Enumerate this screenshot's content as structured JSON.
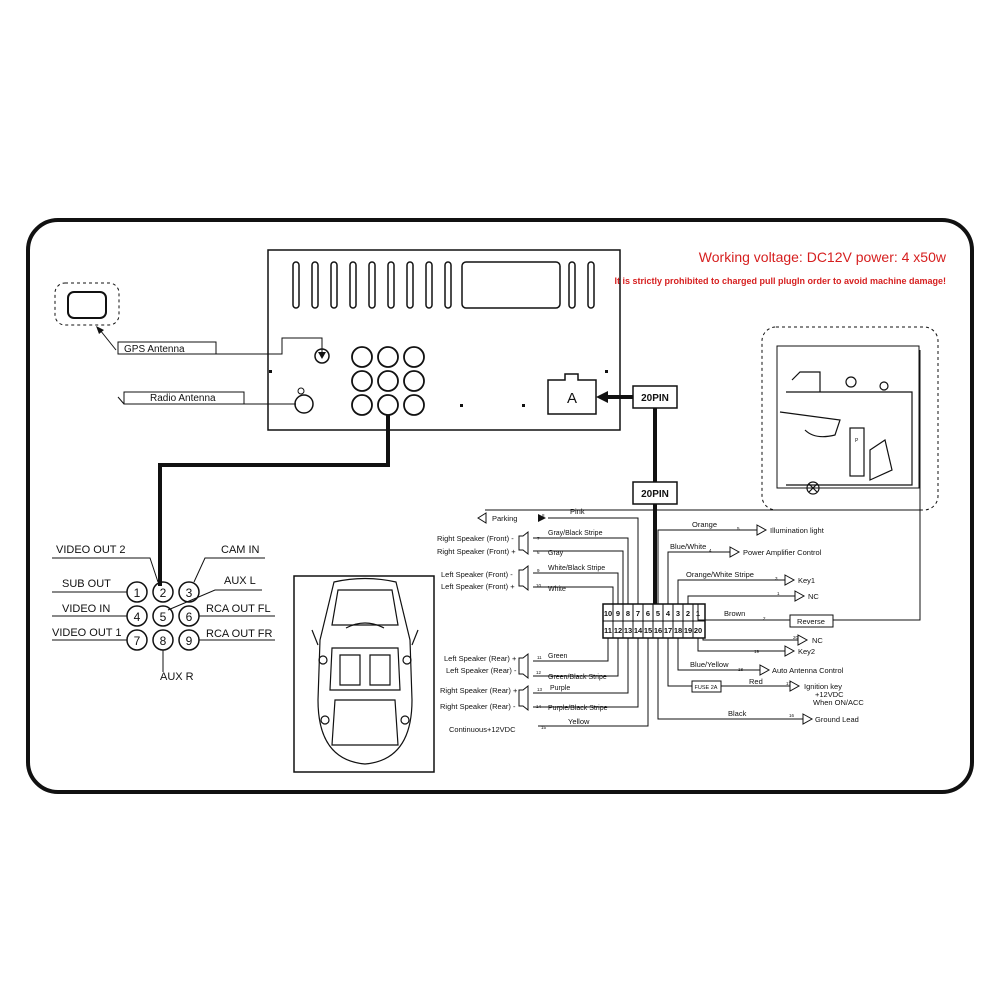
{
  "header": {
    "voltage": "Working voltage: DC12V power: 4 x50w",
    "warning": "It is strictly prohibited to charged pull plugIn order to avoid machine damage!"
  },
  "antennas": {
    "gps": "GPS Antenna",
    "radio": "Radio Antenna"
  },
  "connector": {
    "port_label": "A",
    "pin_label": "20PIN"
  },
  "av_pins": {
    "pins": [
      "1",
      "2",
      "3",
      "4",
      "5",
      "6",
      "7",
      "8",
      "9"
    ],
    "labels": {
      "video_out_2": "VIDEO OUT 2",
      "cam_in": "CAM IN",
      "sub_out": "SUB OUT",
      "aux_l": "AUX L",
      "video_in": "VIDEO IN",
      "rca_out_fl": "RCA OUT FL",
      "video_out_1": "VIDEO OUT 1",
      "rca_out_fr": "RCA OUT FR",
      "aux_r": "AUX R"
    }
  },
  "harness": {
    "top_pins": [
      "10",
      "9",
      "8",
      "7",
      "6",
      "5",
      "4",
      "3",
      "2",
      "1"
    ],
    "bottom_pins": [
      "11",
      "12",
      "13",
      "14",
      "15",
      "16",
      "17",
      "18",
      "19",
      "20"
    ],
    "left": [
      {
        "name": "Parking",
        "color": "Pink",
        "pin": "8"
      },
      {
        "name": "Right Speaker (Front) -",
        "color": "Gray/Black Stripe",
        "pin": "7"
      },
      {
        "name": "Right Speaker (Front) +",
        "color": "Gray",
        "pin": "6"
      },
      {
        "name": "Left Speaker (Front) -",
        "color": "White/Black Stripe",
        "pin": "9"
      },
      {
        "name": "Left Speaker (Front) +",
        "color": "White",
        "pin": "10"
      },
      {
        "name": "Left Speaker (Rear) +",
        "color": "Green",
        "pin": "11"
      },
      {
        "name": "Left Speaker (Rear) -",
        "color": "Green/Black Stripe",
        "pin": "12"
      },
      {
        "name": "Right Speaker (Rear) +",
        "color": "Purple",
        "pin": "13"
      },
      {
        "name": "Right Speaker (Rear) -",
        "color": "Purple/Black Stripe",
        "pin": "14"
      },
      {
        "name": "Continuous+12VDC",
        "color": "Yellow",
        "pin": "15"
      }
    ],
    "right": [
      {
        "name": "Illumination light",
        "color": "Orange",
        "pin": "5"
      },
      {
        "name": "Power Amplifier Control",
        "color": "Blue/White",
        "pin": "4"
      },
      {
        "name": "Key1",
        "color": "Orange/White Stripe",
        "pin": "3"
      },
      {
        "name": "NC",
        "color": "",
        "pin": "1"
      },
      {
        "name": "Reverse",
        "color": "Brown",
        "pin": "2"
      },
      {
        "name": "NC",
        "color": "",
        "pin": "20"
      },
      {
        "name": "Key2",
        "color": "",
        "pin": "19"
      },
      {
        "name": "Auto Antenna Control",
        "color": "Blue/Yellow",
        "pin": "18"
      },
      {
        "name": "Ignition key",
        "color": "Red",
        "pin": "17"
      },
      {
        "name": "Ground Lead",
        "color": "Black",
        "pin": "16"
      }
    ],
    "ignition_extra": [
      "+12VDC",
      "When ON/ACC"
    ],
    "fuse": "FUSE 2A"
  }
}
